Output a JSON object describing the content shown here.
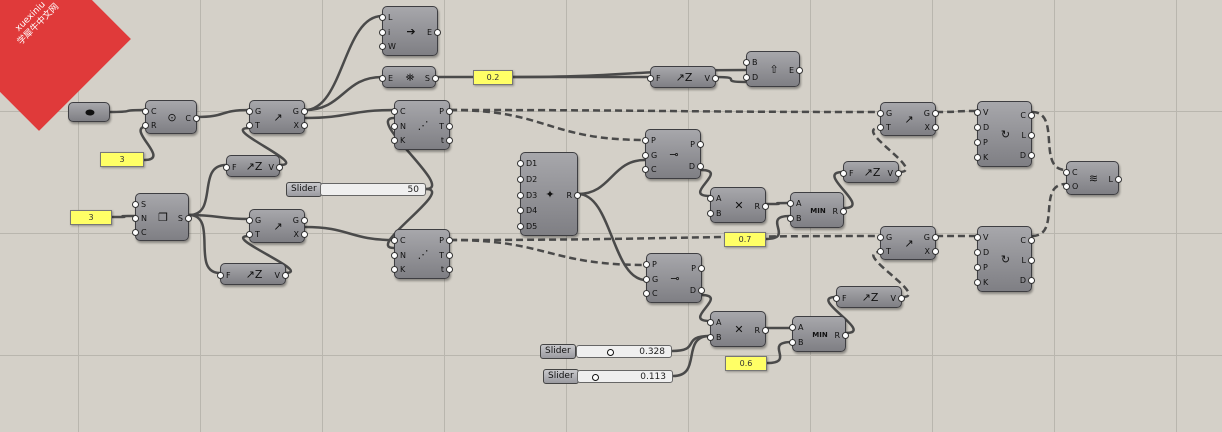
{
  "watermark": {
    "site": "xuexiniu",
    "cn": "学犀牛中文网"
  },
  "panels": {
    "p1": "3",
    "p2": "3",
    "p3": "0.2",
    "p4": "0.7",
    "p5": "0.6"
  },
  "sliders": {
    "s1": {
      "label": "Slider",
      "value": "50"
    },
    "s2": {
      "label": "Slider",
      "value": "0.328",
      "fraction": 0.328
    },
    "s3": {
      "label": "Slider",
      "value": "0.113",
      "fraction": 0.113
    }
  },
  "nodes": {
    "brep": {
      "icon": "cylinder-icon"
    },
    "plane": {
      "inputs": [
        "C",
        "R"
      ],
      "outputs": [
        "C"
      ],
      "icon": "circle-plane-icon"
    },
    "series": {
      "inputs": [
        "S",
        "N",
        "C"
      ],
      "outputs": [
        "S"
      ],
      "icon": "series-icon"
    },
    "move_top": {
      "inputs": [
        "G",
        "T"
      ],
      "outputs": [
        "G",
        "X"
      ],
      "icon": "move-icon"
    },
    "move_mid": {
      "inputs": [
        "G",
        "T"
      ],
      "outputs": [
        "G",
        "X"
      ],
      "icon": "move-icon"
    },
    "line_sdl": {
      "inputs": [
        "L",
        "i",
        "W"
      ],
      "outputs": [
        "E"
      ],
      "icon": "line-sdl-icon"
    },
    "extrude": {
      "inputs": [
        "E"
      ],
      "outputs": [
        "S"
      ],
      "icon": "extrude-icon"
    },
    "vec_top": {
      "inputs": [
        "F"
      ],
      "outputs": [
        "V"
      ],
      "icon": "unit-z-icon"
    },
    "vec_a": {
      "inputs": [
        "F"
      ],
      "outputs": [
        "V"
      ],
      "icon": "unit-z-icon"
    },
    "vec_b": {
      "inputs": [
        "F"
      ],
      "outputs": [
        "V"
      ],
      "icon": "unit-z-icon"
    },
    "vec_r1": {
      "inputs": [
        "F"
      ],
      "outputs": [
        "V"
      ],
      "icon": "unit-z-icon"
    },
    "vec_r2": {
      "inputs": [
        "F"
      ],
      "outputs": [
        "V"
      ],
      "icon": "unit-z-icon"
    },
    "bd_top": {
      "inputs": [
        "B",
        "D"
      ],
      "outputs": [
        "E"
      ],
      "icon": "extrude-up-icon"
    },
    "div_top": {
      "inputs": [
        "C",
        "N",
        "K"
      ],
      "outputs": [
        "P",
        "T",
        "t"
      ],
      "icon": "divide-curve-icon"
    },
    "div_bot": {
      "inputs": [
        "C",
        "N",
        "K"
      ],
      "outputs": [
        "P",
        "T",
        "t"
      ],
      "icon": "divide-curve-icon"
    },
    "merge": {
      "inputs": [
        "D1",
        "D2",
        "D3",
        "D4",
        "D5"
      ],
      "outputs": [
        "R"
      ],
      "icon": "merge-bird-icon"
    },
    "cp_top": {
      "inputs": [
        "P",
        "G",
        "C"
      ],
      "outputs": [
        "P",
        "D"
      ],
      "icon": "closest-point-icon"
    },
    "cp_bot": {
      "inputs": [
        "P",
        "G",
        "C"
      ],
      "outputs": [
        "P",
        "D"
      ],
      "icon": "closest-point-icon"
    },
    "mult_top": {
      "inputs": [
        "A",
        "B"
      ],
      "outputs": [
        "R"
      ],
      "icon": "multiply-icon"
    },
    "mult_bot": {
      "inputs": [
        "A",
        "B"
      ],
      "outputs": [
        "R"
      ],
      "icon": "multiply-icon"
    },
    "min_top": {
      "inputs": [
        "A",
        "B"
      ],
      "outputs": [
        "R"
      ],
      "icon": "MIN"
    },
    "min_bot": {
      "inputs": [
        "A",
        "B"
      ],
      "outputs": [
        "R"
      ],
      "icon": "MIN"
    },
    "move_r1": {
      "inputs": [
        "G",
        "T"
      ],
      "outputs": [
        "G",
        "X"
      ],
      "icon": "move-icon"
    },
    "move_r2": {
      "inputs": [
        "G",
        "T"
      ],
      "outputs": [
        "G",
        "X"
      ],
      "icon": "move-icon"
    },
    "cs_top": {
      "inputs": [
        "V",
        "D",
        "P",
        "K"
      ],
      "outputs": [
        "C",
        "L",
        "D"
      ],
      "icon": "curve-loop-icon"
    },
    "cs_bot": {
      "inputs": [
        "V",
        "D",
        "P",
        "K"
      ],
      "outputs": [
        "C",
        "L",
        "D"
      ],
      "icon": "curve-loop-icon"
    },
    "loft": {
      "inputs": [
        "C",
        "O"
      ],
      "outputs": [
        "L"
      ],
      "icon": "loft-icon"
    }
  },
  "colors": {
    "canvas": "#d4d0c8",
    "node": "#8e8e93",
    "panel": "#ffff66",
    "wire": "#4a4a4a",
    "watermark": "#e03a3a"
  }
}
